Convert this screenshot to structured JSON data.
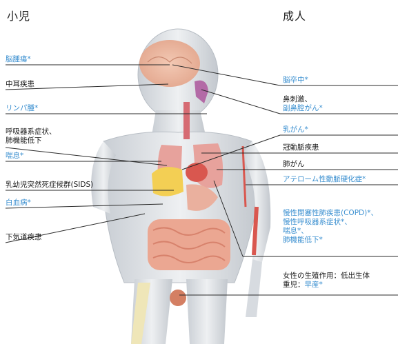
{
  "headings": {
    "child": "小児",
    "adult": "成人"
  },
  "child_labels": {
    "brain_tumor": "脳腫瘍*",
    "middle_ear": "中耳疾患",
    "lymphoma": "リンパ腫*",
    "resp_symptoms_line1": "呼吸器系症状、",
    "resp_symptoms_line2": "肺機能低下",
    "asthma": "喘息*",
    "sids": "乳幼児突然死症候群(SIDS)",
    "leukemia": "白血病*",
    "lower_resp": "下気道疾患"
  },
  "adult_labels": {
    "stroke": "脳卒中*",
    "nasal_line1": "鼻刺激、",
    "nasal_line2": "副鼻腔がん*",
    "breast_cancer": "乳がん*",
    "coronary": "冠動脈疾患",
    "lung_cancer": "肺がん",
    "atherosclerosis": "アテローム性動脈硬化症*",
    "copd_line1": "慢性閉塞性肺疾患(COPD)*、",
    "copd_line2": "慢性呼吸器系症状*、",
    "copd_line3": "喘息*、",
    "copd_line4": "肺機能低下*",
    "repro_line1": "女性の生殖作用：低出生体",
    "repro_line2_prefix": "重児：",
    "repro_line2_highlight": "早産*"
  },
  "colors": {
    "dark_text": "#1a1a1a",
    "highlight_text": "#3a8fd0",
    "leader_line": "#2a2a2a"
  }
}
